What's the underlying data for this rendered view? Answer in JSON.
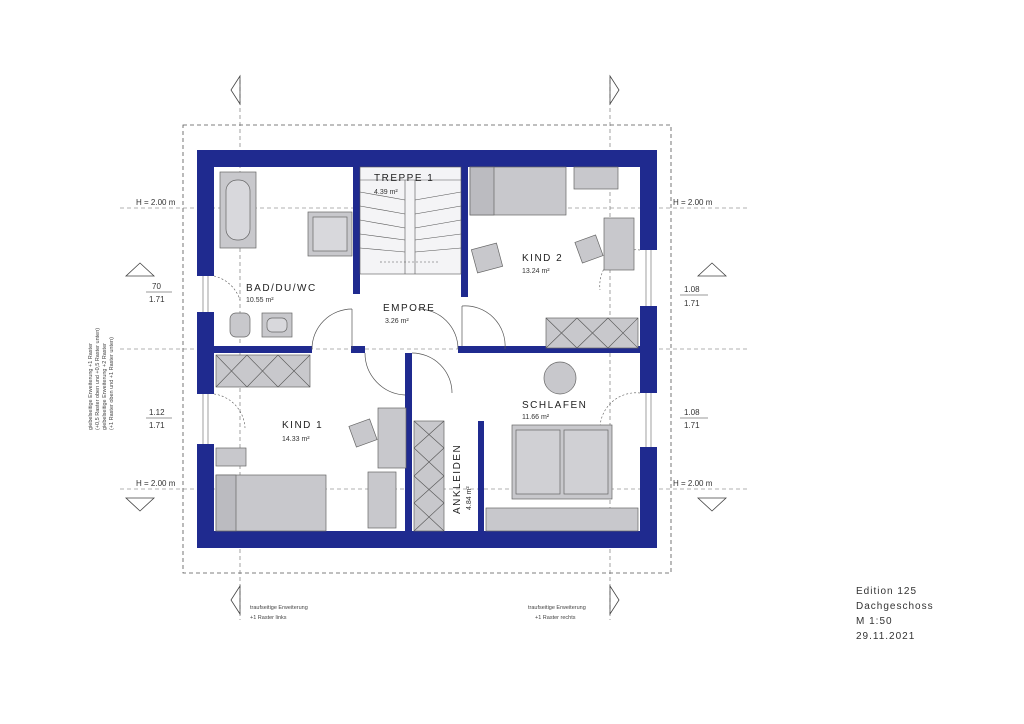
{
  "rooms": {
    "bad": {
      "label": "BAD/DU/WC",
      "area": "10.55 m²"
    },
    "treppe": {
      "label": "TREPPE 1",
      "area": "4.39 m²"
    },
    "kind2": {
      "label": "KIND 2",
      "area": "13.24 m²"
    },
    "empore": {
      "label": "EMPORE",
      "area": "3.26 m²"
    },
    "kind1": {
      "label": "KIND 1",
      "area": "14.33 m²"
    },
    "schlafen": {
      "label": "SCHLAFEN",
      "area": "11.66 m²"
    },
    "ankleiden": {
      "label": "ANKLEIDEN",
      "area": "4.84 m²"
    }
  },
  "heights": {
    "top_left": "H = 2.00 m",
    "top_right": "H = 2.00 m",
    "bottom_left": "H = 2.00 m",
    "bottom_right": "H = 2.00 m"
  },
  "windows": {
    "left_upper": {
      "top": "70",
      "bottom": "1.71"
    },
    "right_upper": {
      "top": "1.08",
      "bottom": "1.71"
    },
    "left_lower": {
      "top": "1.12",
      "bottom": "1.71"
    },
    "right_lower": {
      "top": "1.08",
      "bottom": "1.71"
    }
  },
  "notes": {
    "side_left_1": "giebelseitige Erweiterung +1 Raster",
    "side_left_2": "(+0,5 Raster oben und +0,5 Raster unten)",
    "side_left_3": "giebelseitige Erweiterung +2 Raster",
    "side_left_4": "(+1 Raster oben und +1 Raster unten)",
    "bottom_left_1": "traufseitige Erweiterung",
    "bottom_left_2": "+1 Raster links",
    "bottom_right_1": "traufseitige Erweiterung",
    "bottom_right_2": "+1 Raster rechts"
  },
  "edition": {
    "line1": "Edition 125",
    "line2": "Dachgeschoss",
    "line3": "M 1:50",
    "line4": "29.11.2021"
  },
  "colors": {
    "wall": "#1f2a8f",
    "furniture_fill": "#c8c8cc",
    "furniture_stroke": "#666666"
  }
}
